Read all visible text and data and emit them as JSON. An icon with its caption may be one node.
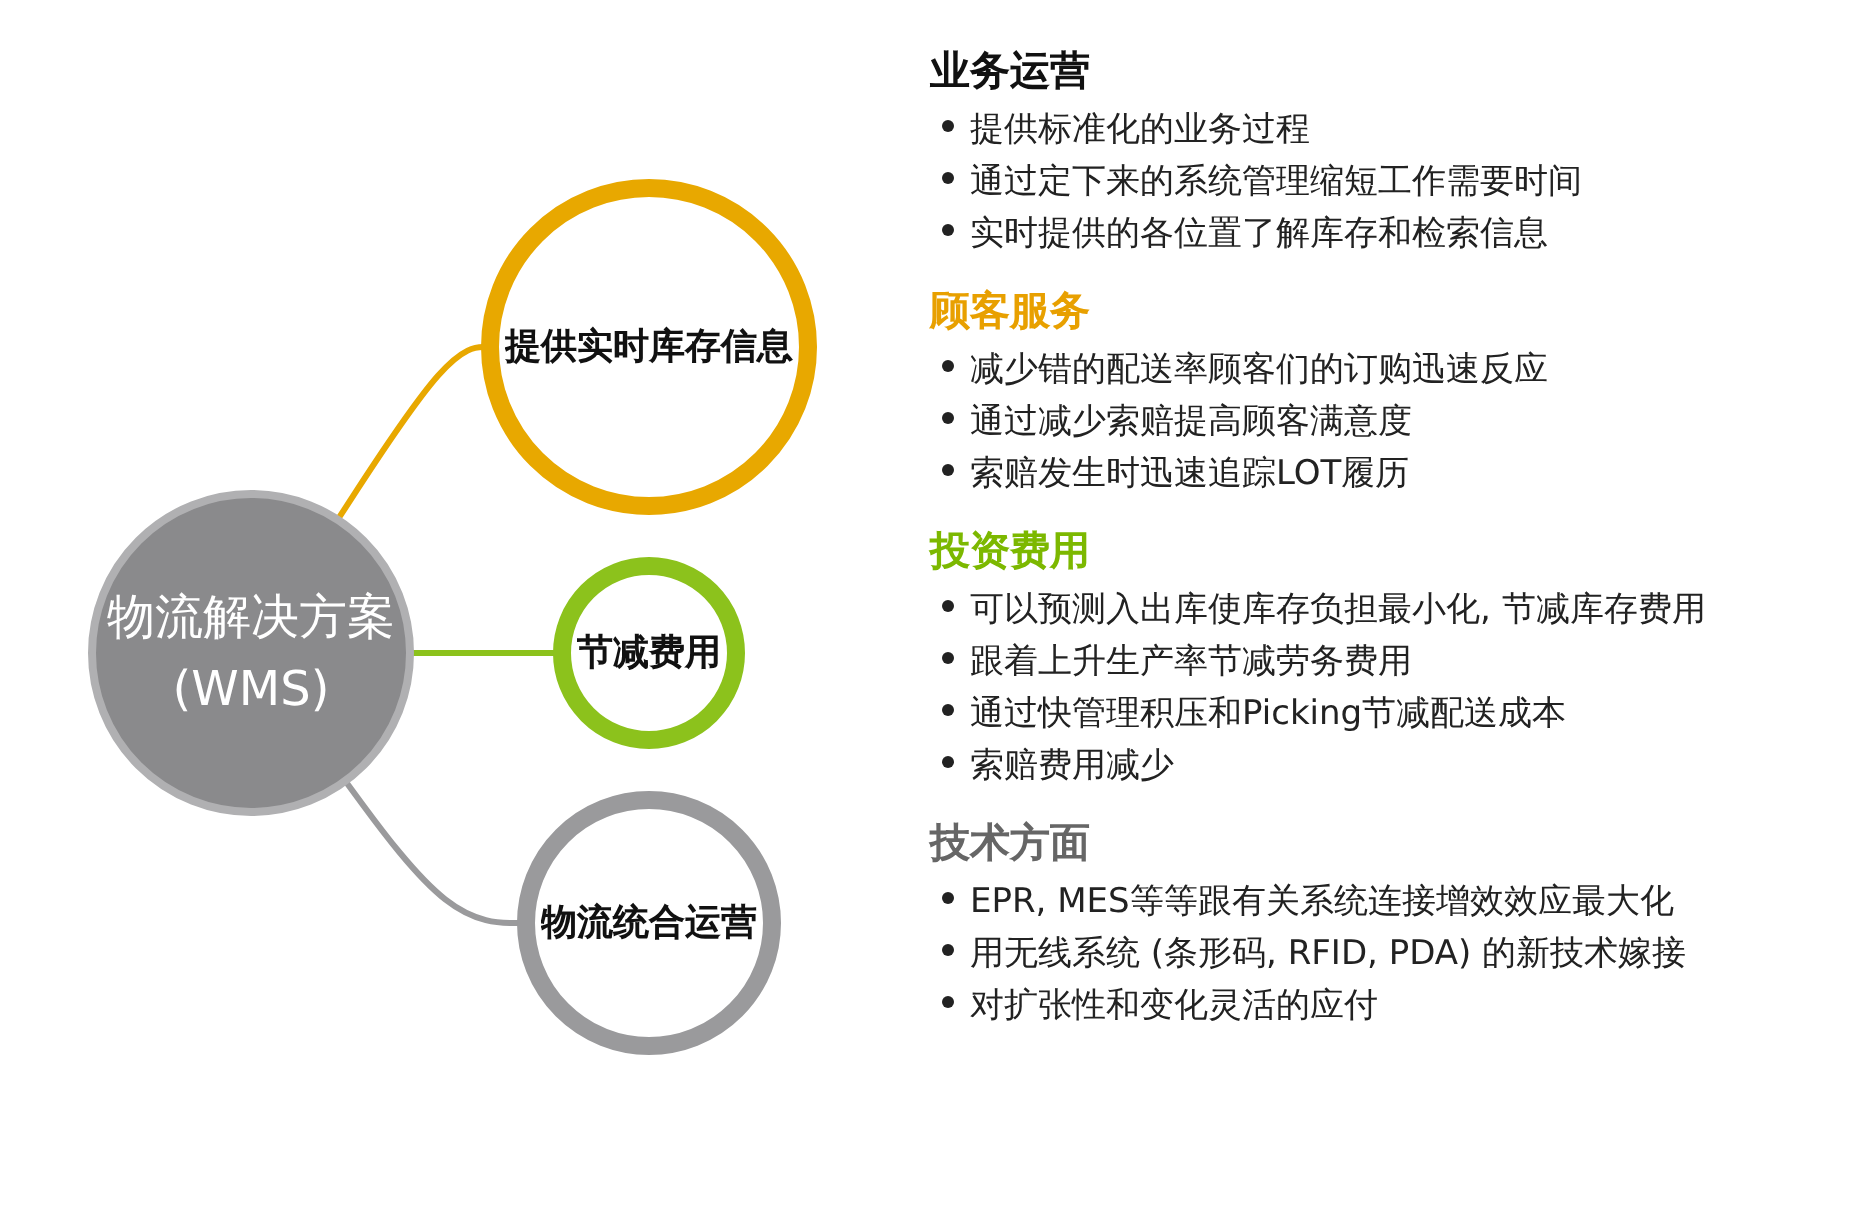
{
  "diagram": {
    "nodes": [
      {
        "text": [
          "物流解决方案",
          "(WMS)"
        ]
      },
      {
        "text": [
          "提供实时库存信息"
        ]
      },
      {
        "text": [
          "节减费用"
        ]
      },
      {
        "text": [
          "物流统合运营"
        ]
      }
    ],
    "edges": [
      {
        "from": 0,
        "to": 1,
        "arrow": "none",
        "color": "#e8a800"
      },
      {
        "from": 0,
        "to": 2,
        "arrow": "none",
        "color": "#8cc21c"
      },
      {
        "from": 0,
        "to": 3,
        "arrow": "none",
        "color": "#9a9a9c"
      }
    ],
    "labels": [
      "业务运营",
      "提供标准化的业务过程",
      "通过定下来的系统管理缩短工作需要时间",
      "实时提供的各位置了解库存和检索信息",
      "顾客服务",
      "减少错的配送率顾客们的订购迅速反应",
      "通过减少索赔提高顾客满意度",
      "索赔发生时迅速追踪LOT履历",
      "投资费用",
      "可以预测入出库使库存负担最小化, 节减库存费用",
      "跟着上升生产率节减劳务费用",
      "通过快管理积压和Picking节减配送成本",
      "索赔费用减少",
      "技术方面",
      "EPR, MES等等跟有关系统连接增效效应最大化",
      "用无线系统 (条形码, RFID, PDA) 的新技术嫁接",
      "对扩张性和变化灵活的应付"
    ]
  }
}
